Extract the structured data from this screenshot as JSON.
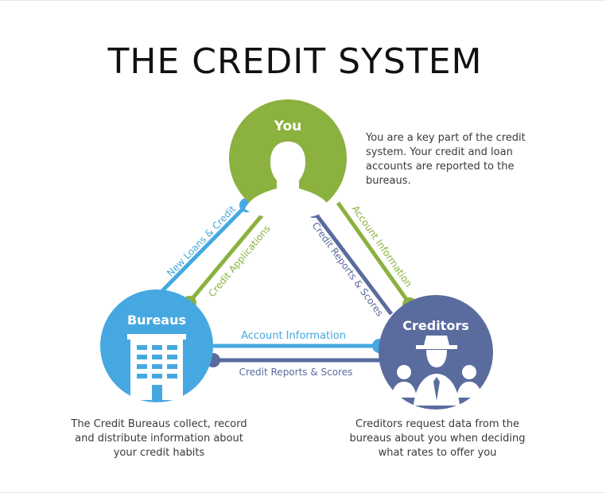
{
  "title": "THE CREDIT SYSTEM",
  "colors": {
    "you": "#8bb13e",
    "bureaus": "#46a8e0",
    "creditors": "#5a6c9e",
    "link_blue": "#46a8e0",
    "link_green": "#8bb13e",
    "link_navy": "#5a6c9e"
  },
  "nodes": {
    "you": {
      "label": "You",
      "icon": "person-silhouette-icon",
      "description": "You are a key part of the credit\nsystem. Your credit and loan\naccounts are reported to the\nbureaus."
    },
    "bureaus": {
      "label": "Bureaus",
      "icon": "office-building-icon",
      "description": "The Credit Bureaus collect, record\nand distribute information about\nyour credit habits"
    },
    "creditors": {
      "label": "Creditors",
      "icon": "businessman-with-hat-icon",
      "description": "Creditors request data from the\nbureaus about you when deciding\nwhat rates to offer you"
    }
  },
  "links": {
    "new_loans": "New Loans & Credit",
    "credit_applications": "Credit Applications",
    "account_info_you_creditors": "Account Information",
    "credit_reports_you_creditors": "Credit Reports & Scores",
    "account_info_bureaus_creditors": "Account Information",
    "credit_reports_bureaus_creditors": "Credit Reports & Scores"
  }
}
